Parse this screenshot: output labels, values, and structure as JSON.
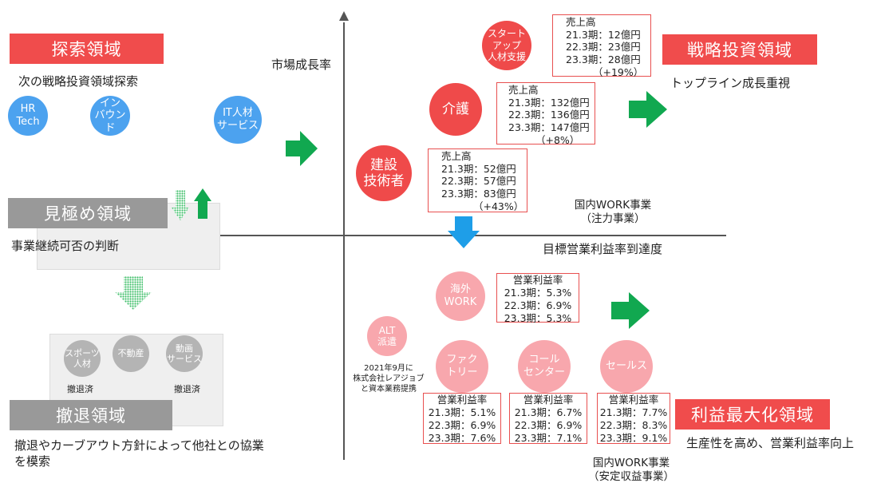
{
  "axes": {
    "y_label": "市場成長率",
    "x_label": "目標営業利益率到達度"
  },
  "quadrants": {
    "exploration": {
      "label": "探索領域",
      "desc": "次の戦略投資領域探索"
    },
    "strategic": {
      "label": "戦略投資領域",
      "desc": "トップライン成長重視"
    },
    "evaluation": {
      "label": "見極め領域",
      "desc": "事業継続可否の判断"
    },
    "withdrawal": {
      "label": "撤退領域",
      "desc_line1": "撤退やカーブアウト方針によって他社との協業",
      "desc_line2": "を模索"
    },
    "profit": {
      "label": "利益最大化領域",
      "desc": "生産性を高め、営業利益率向上"
    }
  },
  "domestic_focus": {
    "line1": "国内WORK事業",
    "line2": "（注力事業）"
  },
  "domestic_stable": {
    "line1": "国内WORK事業",
    "line2": "（安定収益事業）"
  },
  "blue_circles": [
    {
      "line1": "HR",
      "line2": "Tech"
    },
    {
      "line1": "イン",
      "line2": "バウンド"
    },
    {
      "line1": "IT人材",
      "line2": "サービス"
    }
  ],
  "red_circles": {
    "startup": {
      "line1": "スタート",
      "line2": "アップ",
      "line3": "人材支援"
    },
    "kaigo": {
      "line1": "介護"
    },
    "kensetsu": {
      "line1": "建設",
      "line2": "技術者"
    }
  },
  "sales_boxes": {
    "startup": {
      "title": "売上高",
      "r1": "21.3期：12億円",
      "r2": "22.3期：23億円",
      "r3": "23.3期：28億円",
      "growth": "（+19%）"
    },
    "kaigo": {
      "title": "売上高",
      "r1": "21.3期：132億円",
      "r2": "22.3期：136億円",
      "r3": "23.3期：147億円",
      "growth": "（+8%）"
    },
    "kensetsu": {
      "title": "売上高",
      "r1": "21.3期：52億円",
      "r2": "22.3期：57億円",
      "r3": "23.3期：83億円",
      "growth": "（+43%）"
    }
  },
  "pink_circles": {
    "overseas": {
      "line1": "海外",
      "line2": "WORK"
    },
    "alt": {
      "line1": "ALT",
      "line2": "派遣"
    },
    "factory": {
      "line1": "ファク",
      "line2": "トリー"
    },
    "callcenter": {
      "line1": "コール",
      "line2": "センター"
    },
    "sales": {
      "line1": "セールス"
    }
  },
  "alt_note": {
    "line1": "2021年9月に",
    "line2": "株式会社レアジョブ",
    "line3": "と資本業務提携"
  },
  "margin_boxes": {
    "overseas": {
      "title": "営業利益率",
      "r1": "21.3期：5.3%",
      "r2": "22.3期：6.9%",
      "r3": "23.3期：5.3%"
    },
    "factory": {
      "title": "営業利益率",
      "r1": "21.3期：5.1%",
      "r2": "22.3期：6.9%",
      "r3": "23.3期：7.6%"
    },
    "callcenter": {
      "title": "営業利益率",
      "r1": "21.3期：6.7%",
      "r2": "22.3期：6.9%",
      "r3": "23.3期：7.1%"
    },
    "sales": {
      "title": "営業利益率",
      "r1": "21.3期：7.7%",
      "r2": "22.3期：8.3%",
      "r3": "23.3期：9.1%"
    }
  },
  "gray_circles": [
    {
      "line1": "スポーツ",
      "line2": "人材"
    },
    {
      "line1": "不動産",
      "line2": ""
    },
    {
      "line1": "動画",
      "line2": "サービス"
    }
  ],
  "withdrawn": {
    "a": "撤退済",
    "b": "撤退済"
  },
  "colors": {
    "red": "#f04c4c",
    "gray": "#999999",
    "blue": "#4ca2ef",
    "pink": "#f8a7ad",
    "green": "#11a850",
    "arrow_blue": "#1e9ee8"
  }
}
